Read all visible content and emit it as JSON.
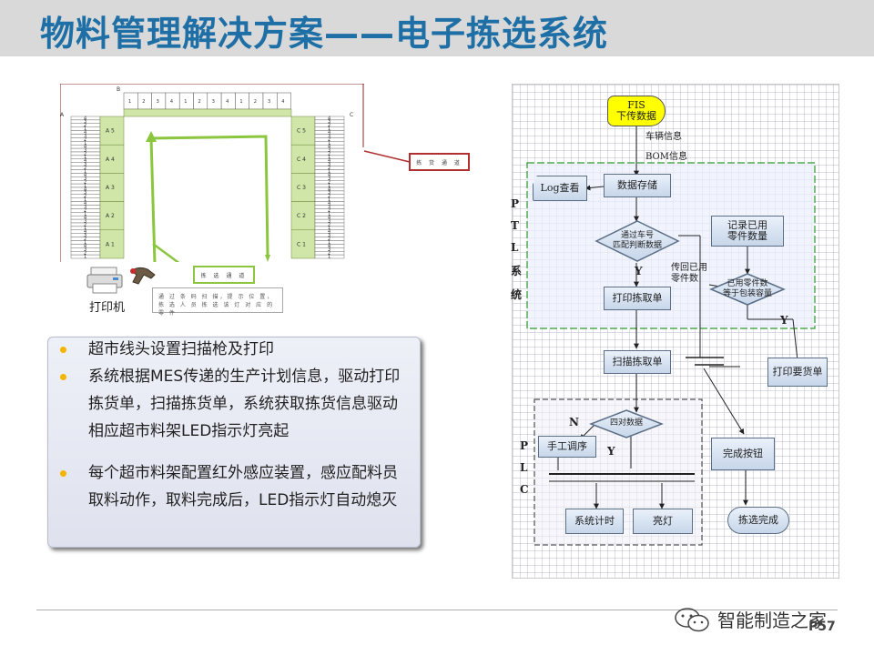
{
  "header": {
    "title": "物料管理解决方案——电子拣选系统"
  },
  "layout": {
    "top_label": "B",
    "left_label": "A",
    "right_label": "C",
    "top_row_numbers": [
      "1",
      "2",
      "3",
      "4",
      "1",
      "2",
      "3",
      "4",
      "1",
      "2",
      "3",
      "4"
    ],
    "a_zones": [
      "A 5",
      "A 4",
      "A 3",
      "A 2",
      "A 1"
    ],
    "c_zones": [
      "C 5",
      "C 4",
      "C 3",
      "C 2",
      "C 1"
    ],
    "slot_numbers": [
      "4",
      "3",
      "2",
      "1",
      "4",
      "3",
      "2",
      "1",
      "4",
      "3",
      "2",
      "1",
      "4",
      "3",
      "2",
      "1",
      "4",
      "3",
      "2",
      "1",
      "4",
      "3",
      "2",
      "1",
      "4",
      "3",
      "2",
      "1",
      "4",
      "3",
      "2",
      "1",
      "4",
      "3",
      "2",
      "1",
      "4",
      "3",
      "2",
      "1"
    ],
    "pick_callout": "拣 货 通 道",
    "pick_channel": "拣 选 通 道",
    "scan_note": "通 过 条 码 扫 描，提 示 位 置，拣 选 人 员 拣 选 该 灯 对 应 的 零 件",
    "printer_label": "打印机"
  },
  "bullets": [
    "超市线头设置扫描枪及打印",
    "系统根据MES传递的生产计划信息，驱动打印拣货单，扫描拣货单，系统获取拣货信息驱动相应超市料架LED指示灯亮起",
    "每个超市料架配置红外感应装置，感应配料员取料动作，取料完成后，LED指示灯自动熄灭"
  ],
  "flow": {
    "fis": "FIS\n下传数据",
    "vehicle_info": "车辆信息",
    "bom_info": "BOM信息",
    "log": "Log查看",
    "storage": "数据存储",
    "match": "通过车号\n匹配判断数据",
    "record": "记录已用\n零件数量",
    "return_used": "传回已用\n零件数",
    "compare": "已用零件数\n等于包装容量",
    "print_pick": "打印拣取单",
    "scan_pick": "扫描拣取单",
    "print_order": "打印要货单",
    "four_data": "四对数据",
    "manual": "手工调序",
    "done_btn": "完成按钮",
    "timer": "系统计时",
    "light": "亮灯",
    "pick_done": "拣选完成",
    "ptl_letters": [
      "P",
      "T",
      "L",
      "系",
      "统"
    ],
    "plc_letters": [
      "P",
      "L",
      "C"
    ],
    "y1": "Y",
    "y2": "Y",
    "y3": "Y",
    "n1": "N"
  },
  "footer": {
    "brand": "智能制造之家",
    "page": "P57"
  },
  "colors": {
    "title": "#1e6fa6",
    "bullet_dot": "#f4b400",
    "pick_callout_border": "#b03030",
    "channel_green": "#8cc63f"
  }
}
